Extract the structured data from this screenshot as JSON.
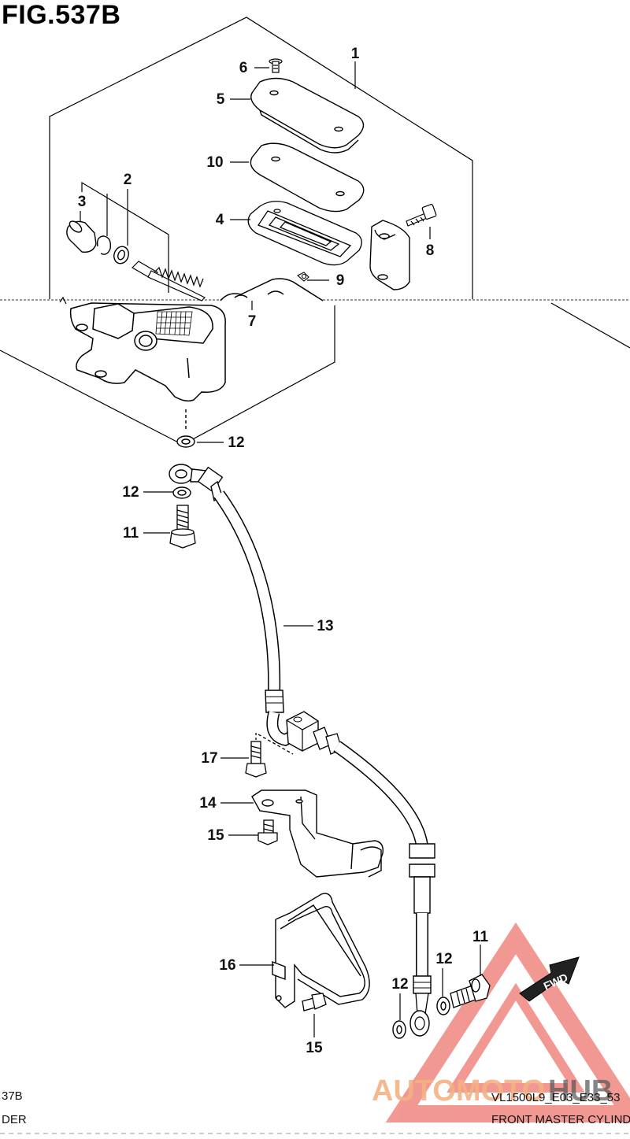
{
  "figure": {
    "title": "FIG.537B"
  },
  "parts": [
    {
      "ref": "1"
    },
    {
      "ref": "2"
    },
    {
      "ref": "3"
    },
    {
      "ref": "4"
    },
    {
      "ref": "5"
    },
    {
      "ref": "6"
    },
    {
      "ref": "7"
    },
    {
      "ref": "8"
    },
    {
      "ref": "9"
    },
    {
      "ref": "10"
    },
    {
      "ref": "11"
    },
    {
      "ref": "12"
    },
    {
      "ref": "13"
    },
    {
      "ref": "14"
    },
    {
      "ref": "15"
    },
    {
      "ref": "16"
    },
    {
      "ref": "17"
    }
  ],
  "callouts": {
    "c1": "1",
    "c2": "2",
    "c3": "3",
    "c4": "4",
    "c5": "5",
    "c6": "6",
    "c7": "7",
    "c8": "8",
    "c9": "9",
    "c10": "10",
    "c11a": "11",
    "c12a": "12",
    "c12b": "12",
    "c13": "13",
    "c14": "14",
    "c15a": "15",
    "c16": "16",
    "c17": "17",
    "c15b": "15",
    "c12c": "12",
    "c12d": "12",
    "c11b": "11"
  },
  "fwd_label": "FWD",
  "footer": {
    "left_top": "37B",
    "left_bottom": "DER",
    "right_top": "VL1500L9_E03_E33_53",
    "right_bottom": "FRONT MASTER CYLIND"
  },
  "watermark": {
    "text_main": "AUTOMOTO",
    "text_accent": "HUB",
    "color_main": "#f4b183",
    "color_accent": "#555555",
    "logo_color": "#e8453c"
  }
}
